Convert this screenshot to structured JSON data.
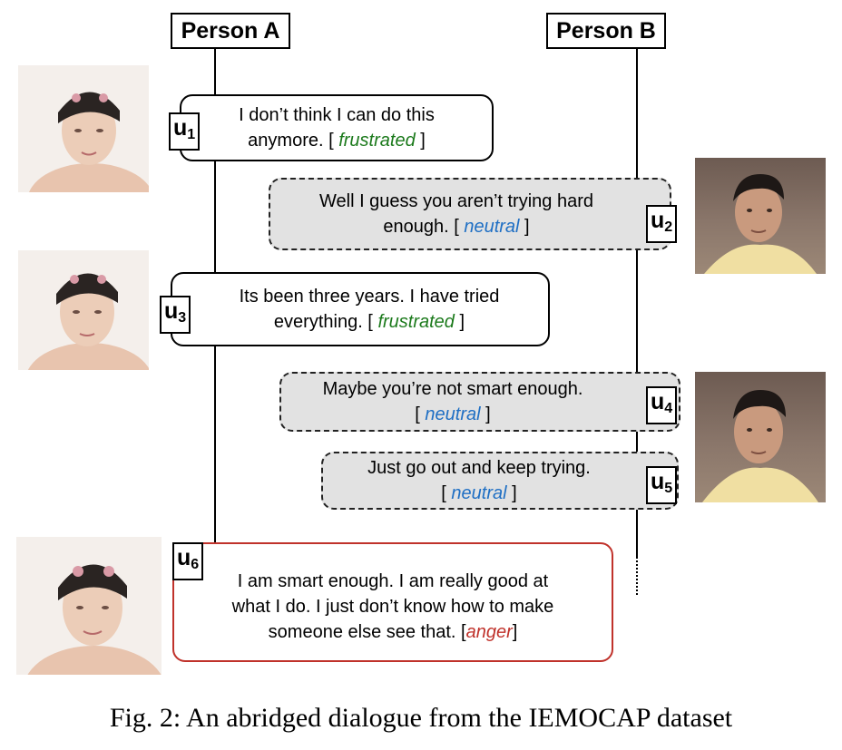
{
  "persons": {
    "a": {
      "label": "Person A"
    },
    "b": {
      "label": "Person B"
    }
  },
  "utterances": [
    {
      "id": "u1",
      "tag_letter": "u",
      "tag_index": "1",
      "speaker": "Person A",
      "line1": "I don’t think I can do this",
      "line2_prefix": "anymore. [ ",
      "emotion": "frustrated",
      "line2_suffix": " ]"
    },
    {
      "id": "u2",
      "tag_letter": "u",
      "tag_index": "2",
      "speaker": "Person B",
      "line1": "Well I guess you aren’t trying hard",
      "line2_prefix": "enough. [ ",
      "emotion": "neutral",
      "line2_suffix": " ]"
    },
    {
      "id": "u3",
      "tag_letter": "u",
      "tag_index": "3",
      "speaker": "Person A",
      "line1": "Its been three years. I have tried",
      "line2_prefix": "everything. [ ",
      "emotion": "frustrated",
      "line2_suffix": " ]"
    },
    {
      "id": "u4",
      "tag_letter": "u",
      "tag_index": "4",
      "speaker": "Person B",
      "line1": "Maybe you’re not smart enough.",
      "line2_prefix": "[ ",
      "emotion": "neutral",
      "line2_suffix": " ]"
    },
    {
      "id": "u5",
      "tag_letter": "u",
      "tag_index": "5",
      "speaker": "Person B",
      "line1": "Just go out and keep trying.",
      "line2_prefix": "[ ",
      "emotion": "neutral",
      "line2_suffix": " ]"
    },
    {
      "id": "u6",
      "tag_letter": "u",
      "tag_index": "6",
      "speaker": "Person A",
      "line1": "I am smart enough. I am really good at",
      "line2": "what I do. I just don’t know how to make",
      "line3_prefix": "someone else see that. [",
      "emotion": "anger",
      "line3_suffix": "]"
    }
  ],
  "colors": {
    "frustrated": "#1c7a1c",
    "neutral": "#1f6fc4",
    "anger": "#c0322b",
    "listener_bubble": "#e2e2e2"
  },
  "caption": "Fig. 2: An abridged dialogue from the IEMOCAP dataset"
}
